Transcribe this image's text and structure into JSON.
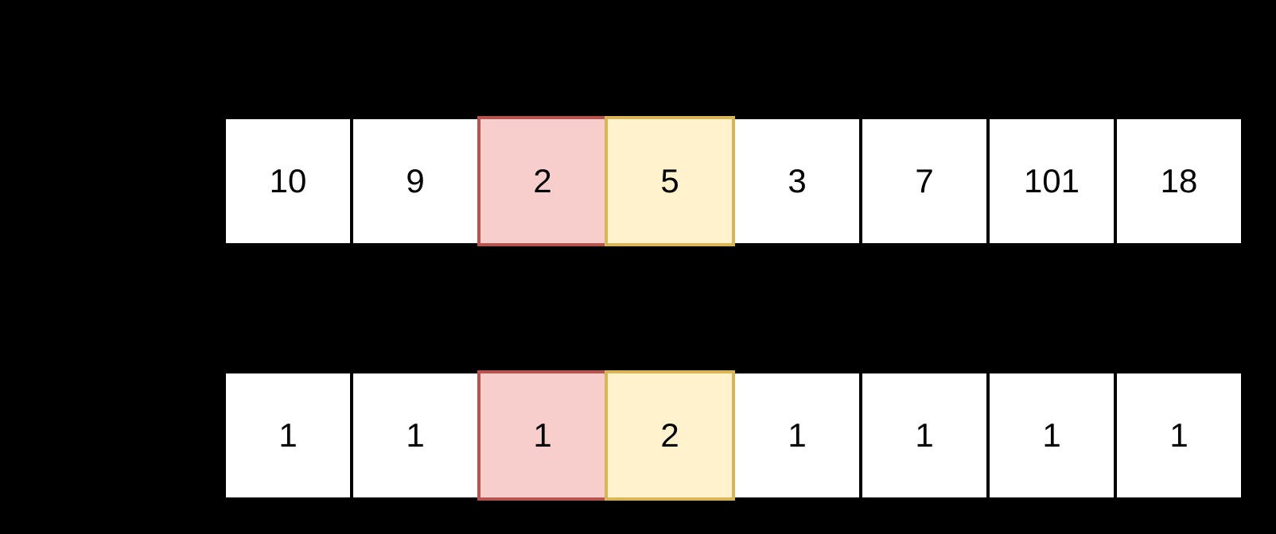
{
  "canvas": {
    "background": "#000000"
  },
  "colors": {
    "background": "#000000",
    "cell_fill": "#ffffff",
    "cell_text": "#000000",
    "highlight_red_fill": "#f8cecc",
    "highlight_red_stroke": "#b85450",
    "highlight_yellow_fill": "#fff2cc",
    "highlight_yellow_stroke": "#d6b656"
  },
  "arrays": [
    {
      "name": "nums-array",
      "cells": [
        {
          "value": "10",
          "highlight": "none"
        },
        {
          "value": "9",
          "highlight": "none"
        },
        {
          "value": "2",
          "highlight": "red"
        },
        {
          "value": "5",
          "highlight": "yellow"
        },
        {
          "value": "3",
          "highlight": "none"
        },
        {
          "value": "7",
          "highlight": "none"
        },
        {
          "value": "101",
          "highlight": "none"
        },
        {
          "value": "18",
          "highlight": "none"
        }
      ]
    },
    {
      "name": "dp-array",
      "cells": [
        {
          "value": "1",
          "highlight": "none"
        },
        {
          "value": "1",
          "highlight": "none"
        },
        {
          "value": "1",
          "highlight": "red"
        },
        {
          "value": "2",
          "highlight": "yellow"
        },
        {
          "value": "1",
          "highlight": "none"
        },
        {
          "value": "1",
          "highlight": "none"
        },
        {
          "value": "1",
          "highlight": "none"
        },
        {
          "value": "1",
          "highlight": "none"
        }
      ]
    }
  ]
}
